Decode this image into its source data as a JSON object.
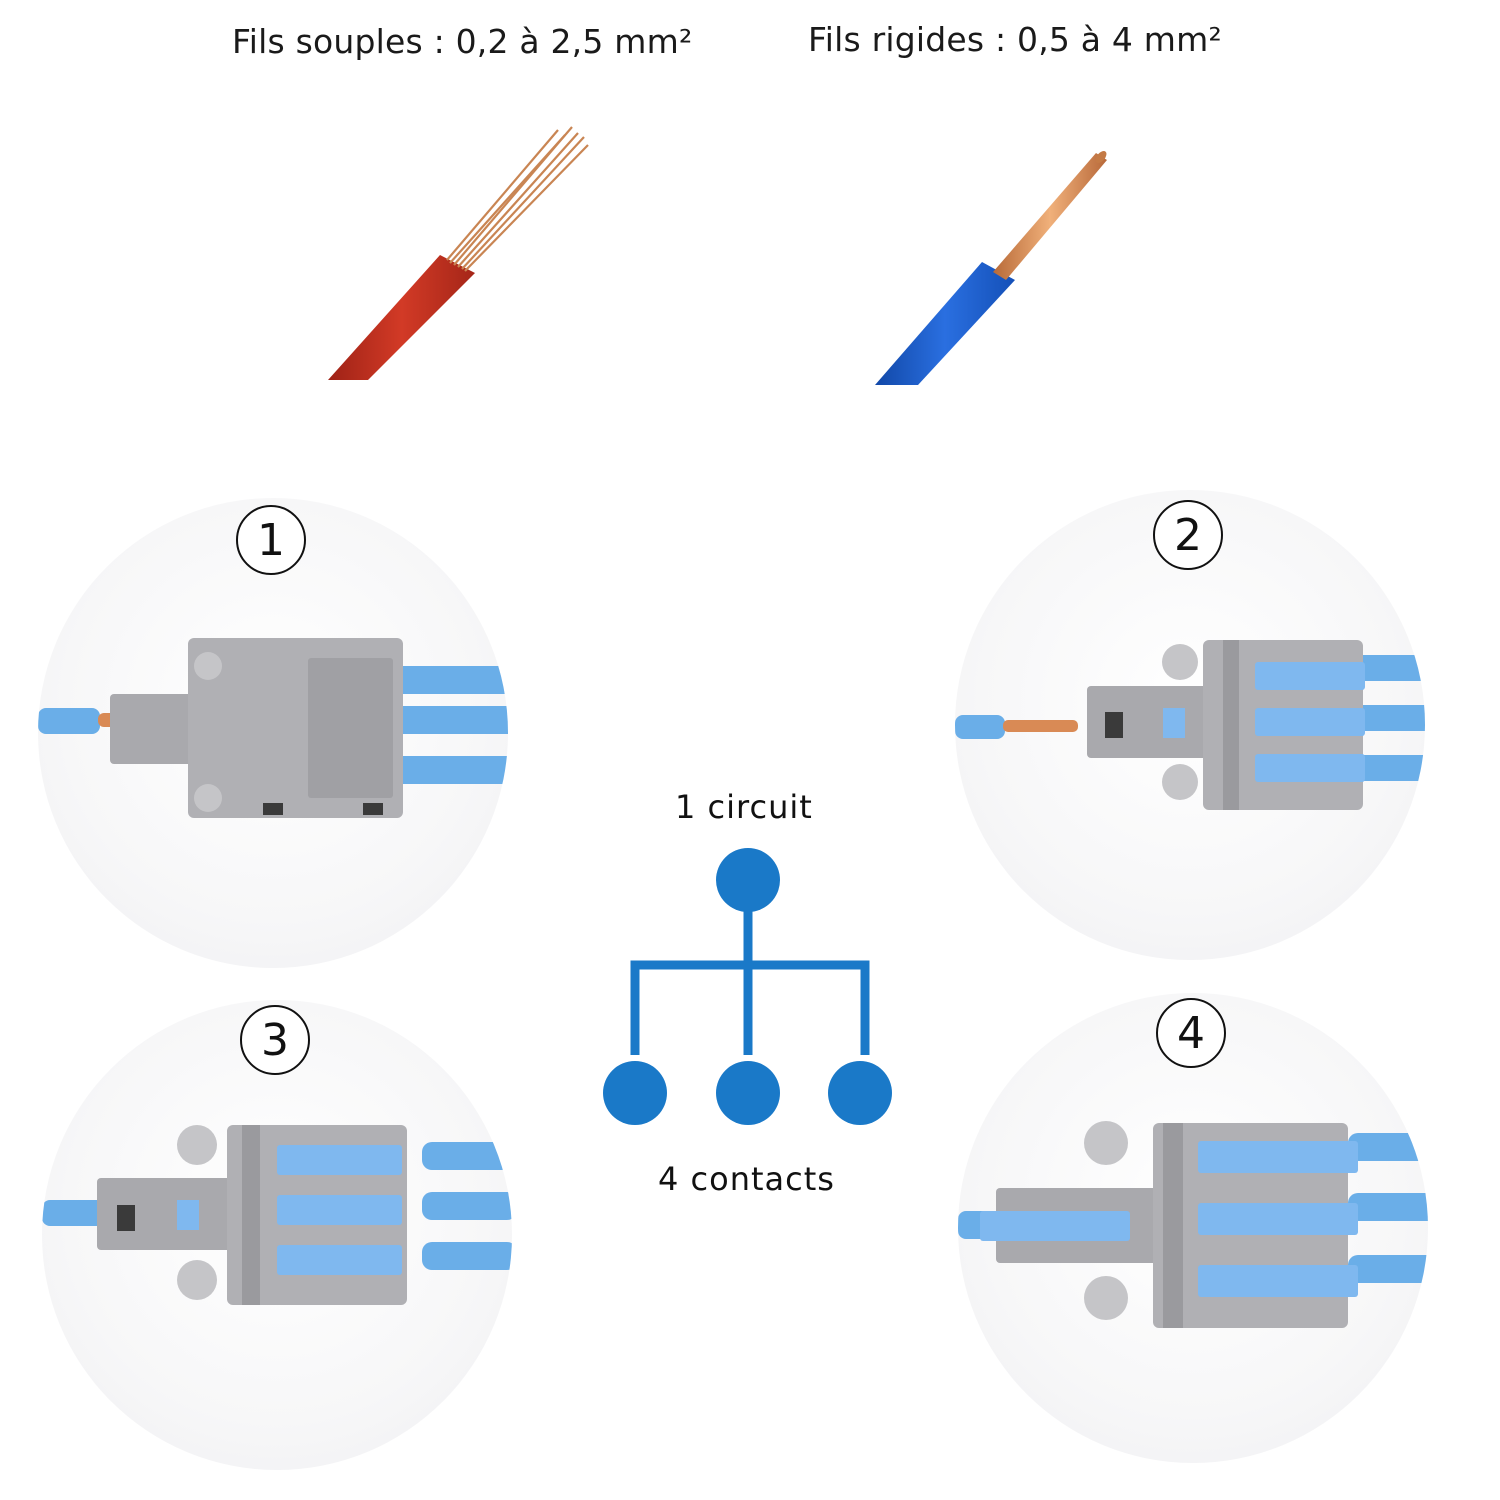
{
  "wires": {
    "soft_label": "Fils souples : 0,2 à 2,5 mm²",
    "rigid_label": "Fils rigides : 0,5 à 4 mm²",
    "soft_color": "#c8311f",
    "rigid_color": "#1a5fc8",
    "copper_color": "#d98a55"
  },
  "steps": [
    {
      "number": "1"
    },
    {
      "number": "2"
    },
    {
      "number": "3"
    },
    {
      "number": "4"
    }
  ],
  "circuit": {
    "top_label": "1 circuit",
    "bottom_label": "4 contacts",
    "color": "#1a79c8"
  },
  "colors": {
    "connector_gray": "#a9a9ad",
    "lever_blue": "#7fb8ef",
    "cable_blue": "#6aaee8"
  }
}
